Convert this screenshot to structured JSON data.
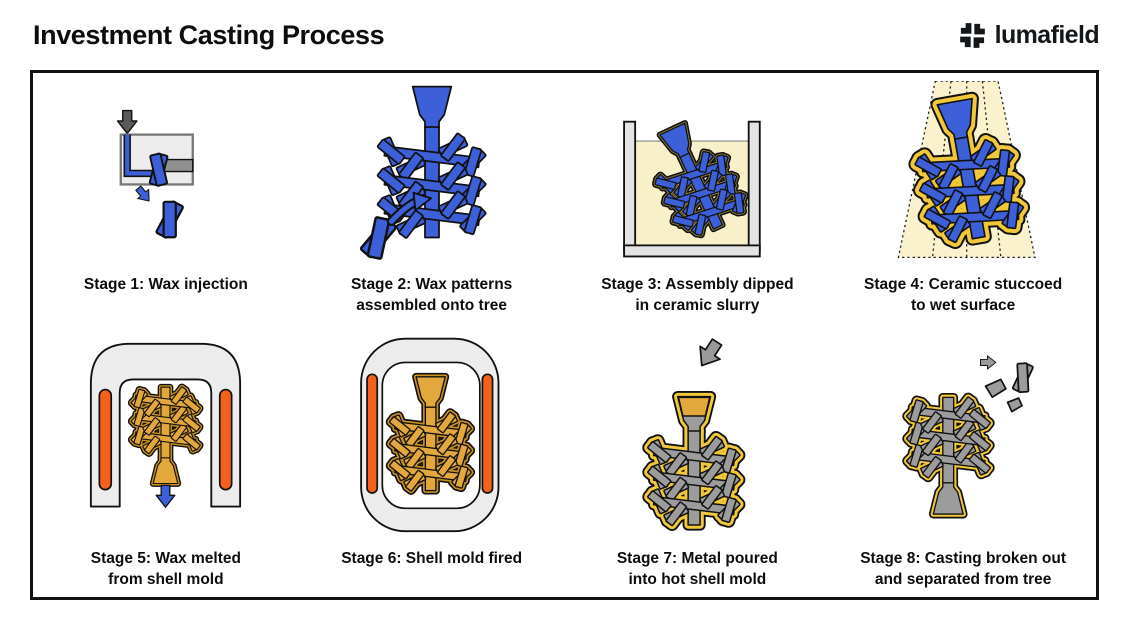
{
  "header": {
    "title": "Investment Casting Process",
    "brand": "lumafield"
  },
  "stages": [
    {
      "id": 1,
      "lines": [
        "Stage 1: Wax injection"
      ]
    },
    {
      "id": 2,
      "lines": [
        "Stage 2: Wax patterns",
        "assembled onto tree"
      ]
    },
    {
      "id": 3,
      "lines": [
        "Stage 3: Assembly dipped",
        "in ceramic slurry"
      ]
    },
    {
      "id": 4,
      "lines": [
        "Stage 4: Ceramic stuccoed",
        "to wet surface"
      ]
    },
    {
      "id": 5,
      "lines": [
        "Stage 5: Wax melted",
        "from shell mold"
      ]
    },
    {
      "id": 6,
      "lines": [
        "Stage 6: Shell mold fired"
      ]
    },
    {
      "id": 7,
      "lines": [
        "Stage 7: Metal poured",
        "into hot shell mold"
      ]
    },
    {
      "id": 8,
      "lines": [
        "Stage 8: Casting broken out",
        "and separated from tree"
      ]
    }
  ],
  "colors": {
    "wax_blue": "#3D5FD8",
    "shell_gold": "#E2A83B",
    "shell_gold_dark": "#C9901F",
    "coating_gold": "#F0C839",
    "slurry_olive": "#8A7C3B",
    "metal_gray": "#9C9C9C",
    "heater_orange": "#F4611C",
    "slurry_cream": "#F8F0C8",
    "fan_cream": "#FAF2CC",
    "equipment_gray": "#ECECEC",
    "equipment_stroke": "#777777",
    "injector_gray": "#909090",
    "arrow_gray": "#9A9A9A",
    "arrow_dark_gray": "#5A5A5A",
    "outline": "#111111"
  }
}
